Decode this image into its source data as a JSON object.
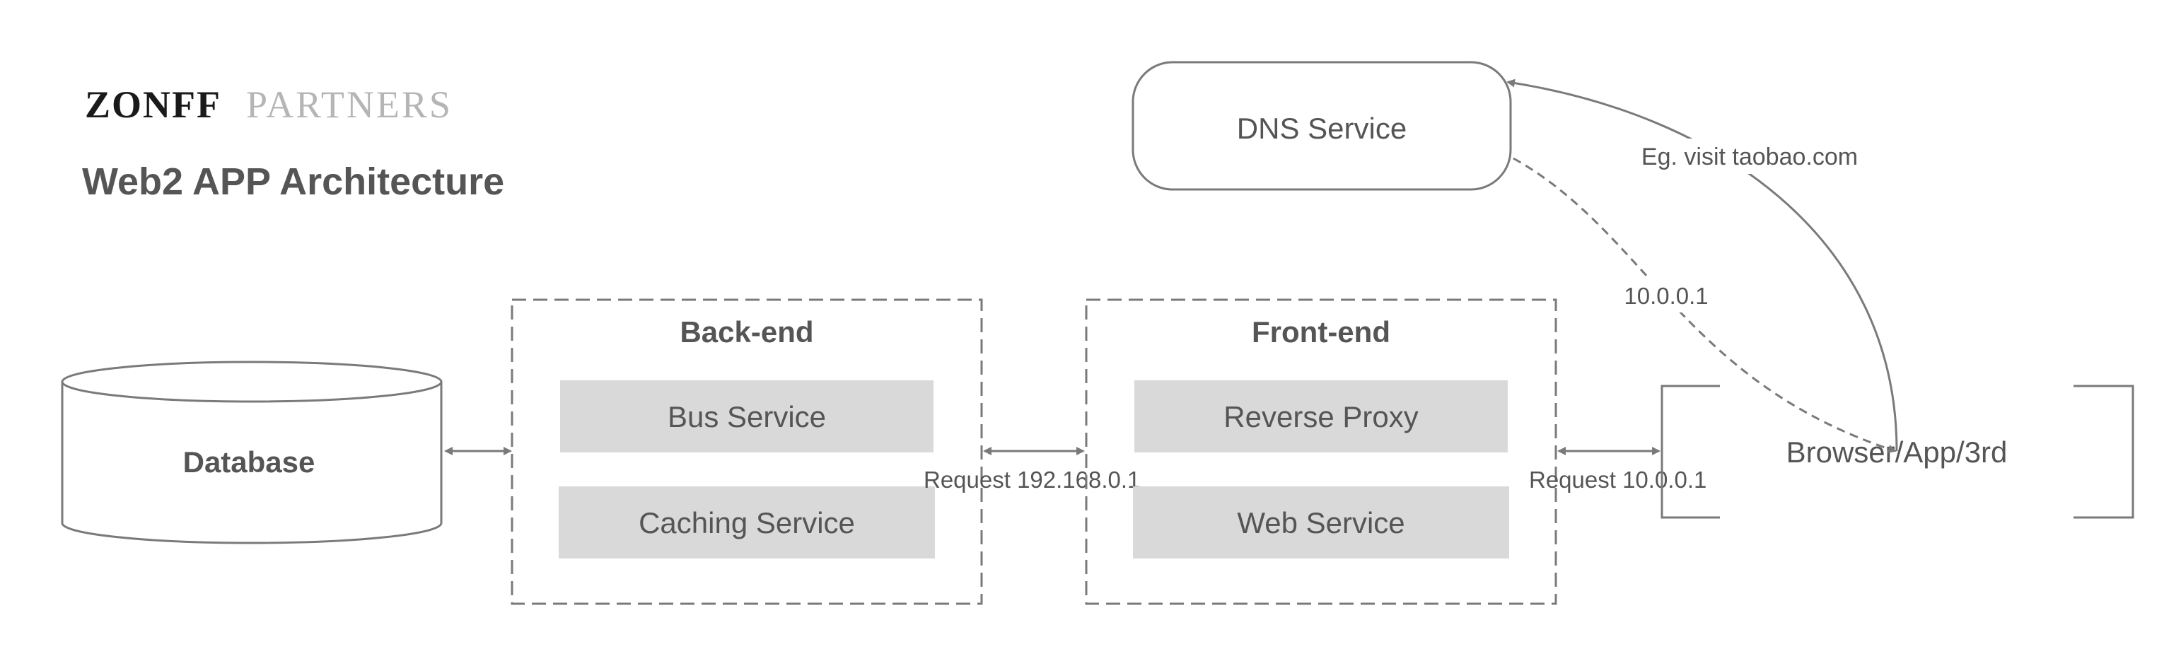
{
  "brand": {
    "name_primary": "ZONFF",
    "name_secondary": "PARTNERS"
  },
  "title": "Web2 APP Architecture",
  "database": {
    "label": "Database"
  },
  "backend": {
    "title": "Back-end",
    "services": [
      "Bus Service",
      "Caching Service"
    ]
  },
  "frontend": {
    "title": "Front-end",
    "services": [
      "Reverse Proxy",
      "Web Service"
    ]
  },
  "dns": {
    "label": "DNS Service"
  },
  "client": {
    "label": "Browser/App/3rd"
  },
  "connections": {
    "backend_frontend_request": "Request 192.168.0.1",
    "frontend_client_request": "Request 10.0.0.1",
    "dns_query": "Eg. visit taobao.com",
    "dns_response": "10.0.0.1"
  },
  "colors": {
    "stroke": "#7a7a7a",
    "service_fill": "#d9d9d9",
    "text": "#555555",
    "logo_dark": "#1a1a1a",
    "logo_light": "#b5b5b5"
  }
}
